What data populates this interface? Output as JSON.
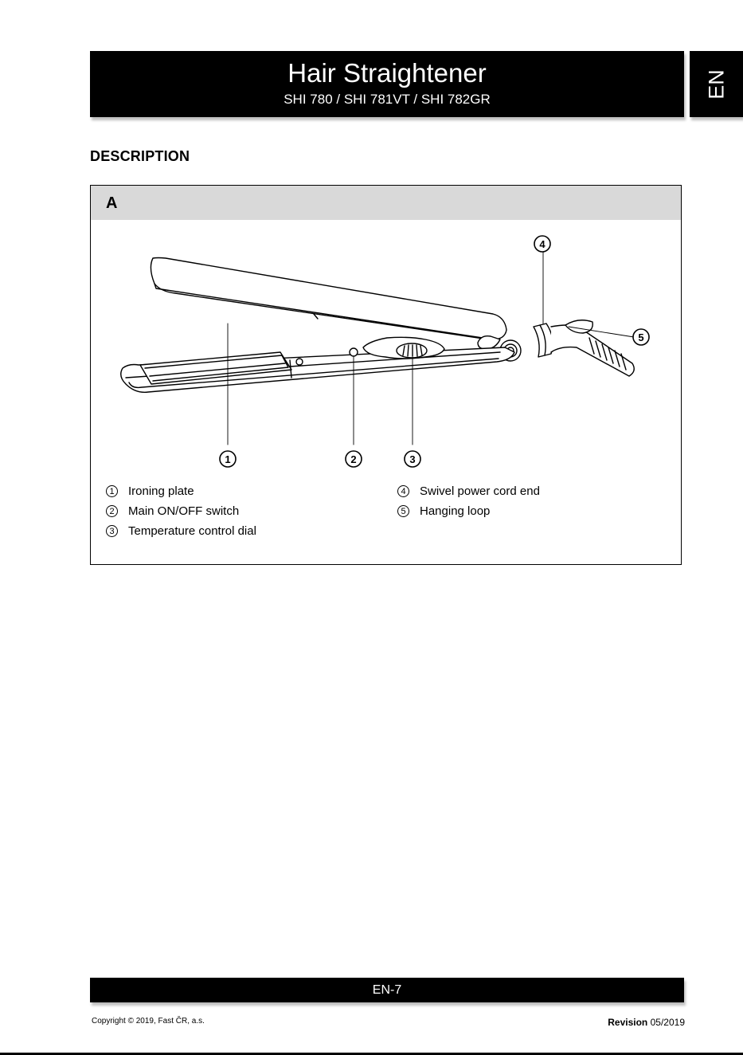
{
  "header": {
    "title": "Hair Straightener",
    "subtitle": "SHI 780 / SHI 781VT / SHI 782GR"
  },
  "language_tab": "EN",
  "section_heading": "DESCRIPTION",
  "figure": {
    "label": "A",
    "callouts": [
      "1",
      "2",
      "3",
      "4",
      "5"
    ],
    "legend_left": [
      {
        "num": "1",
        "text": "Ironing plate"
      },
      {
        "num": "2",
        "text": "Main ON/OFF switch"
      },
      {
        "num": "3",
        "text": "Temperature control dial"
      }
    ],
    "legend_right": [
      {
        "num": "4",
        "text": "Swivel power cord end"
      },
      {
        "num": "5",
        "text": "Hanging loop"
      }
    ]
  },
  "footer": {
    "page": "EN-7",
    "copyright": "Copyright © 2019, Fast ČR, a.s.",
    "revision_label": "Revision",
    "revision_value": "05/2019"
  }
}
